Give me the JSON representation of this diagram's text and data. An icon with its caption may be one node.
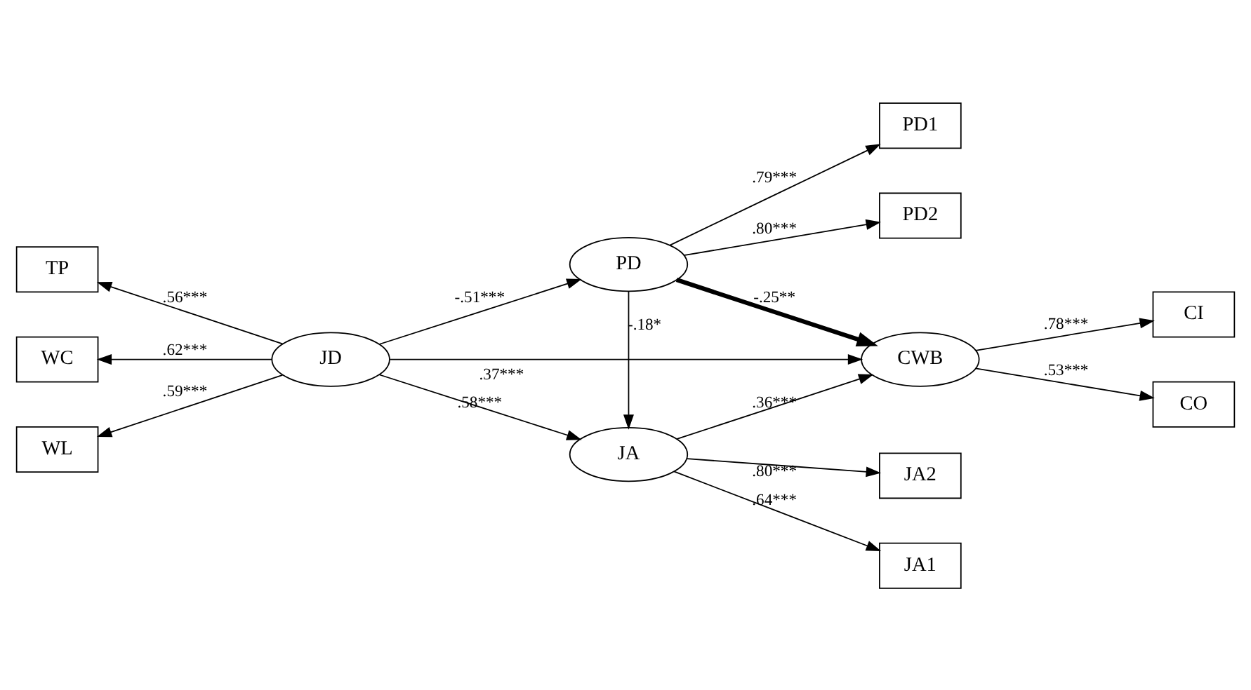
{
  "diagram": {
    "nodes": [
      {
        "text": [
          "PD1"
        ]
      },
      {
        "text": [
          "PD2"
        ]
      },
      {
        "text": [
          "PD"
        ]
      },
      {
        "text": [
          "TP"
        ]
      },
      {
        "text": [
          "WC"
        ]
      },
      {
        "text": [
          "JD"
        ]
      },
      {
        "text": [
          "CWB"
        ]
      },
      {
        "text": [
          "CI"
        ]
      },
      {
        "text": [
          "CO"
        ]
      },
      {
        "text": [
          "WL"
        ]
      },
      {
        "text": [
          "JA"
        ]
      },
      {
        "text": [
          "JA1"
        ]
      },
      {
        "text": [
          "JA2"
        ]
      }
    ],
    "edges": [
      {
        "from": 5,
        "to": 3,
        "arrow": "to",
        "label": ".56***"
      },
      {
        "from": 5,
        "to": 4,
        "arrow": "to",
        "label": ".62***"
      },
      {
        "from": 5,
        "to": 9,
        "arrow": "to",
        "label": ".59***"
      },
      {
        "from": 5,
        "to": 2,
        "arrow": "to",
        "label": "-.51***"
      },
      {
        "from": 5,
        "to": 6,
        "arrow": "to",
        "label": ".37***"
      },
      {
        "from": 5,
        "to": 10,
        "arrow": "to",
        "label": ".58***"
      },
      {
        "from": 2,
        "to": 0,
        "arrow": "to",
        "label": ".79***"
      },
      {
        "from": 2,
        "to": 1,
        "arrow": "to",
        "label": ".80***"
      },
      {
        "from": 2,
        "to": 6,
        "arrow": "to",
        "label": "-.25**",
        "style": "thick"
      },
      {
        "from": 2,
        "to": 10,
        "arrow": "to",
        "label": "-.18*"
      },
      {
        "from": 10,
        "to": 6,
        "arrow": "to",
        "label": ".36***"
      },
      {
        "from": 10,
        "to": 11,
        "arrow": "to",
        "label": ".64***"
      },
      {
        "from": 10,
        "to": 12,
        "arrow": "to",
        "label": ".80***"
      },
      {
        "from": 6,
        "to": 7,
        "arrow": "to",
        "label": ".78***"
      },
      {
        "from": 6,
        "to": 8,
        "arrow": "to",
        "label": ".53***"
      }
    ]
  }
}
